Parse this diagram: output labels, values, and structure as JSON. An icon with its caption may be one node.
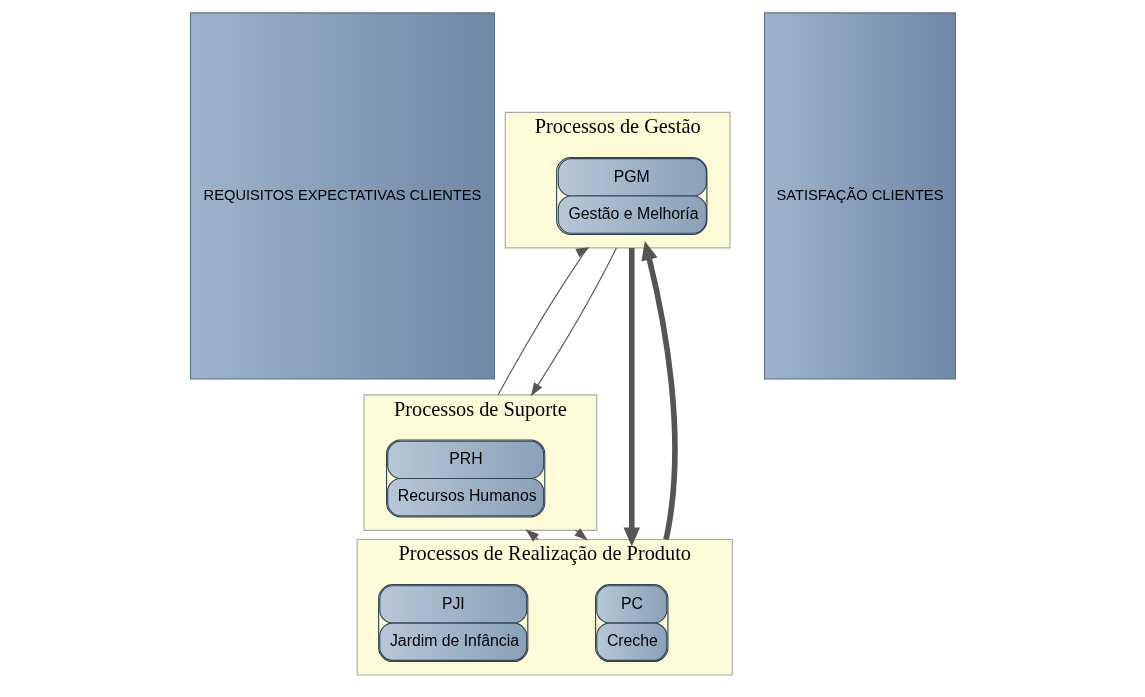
{
  "diagram": {
    "nodes": [
      {
        "text": [
          "REQUISITOS EXPECTATIVAS CLIENTES"
        ]
      },
      {
        "text": [
          "Processos de Gestão"
        ]
      },
      {
        "text": [
          "PGM",
          "Gestão e Melhoría"
        ],
        "in": 1
      },
      {
        "text": [
          "Processos de Suporte"
        ]
      },
      {
        "text": [
          "PRH",
          "Recursos Humanos"
        ],
        "in": 3
      },
      {
        "text": [
          "Processos de Realização de Produto"
        ]
      },
      {
        "text": [
          "PC",
          "Creche"
        ],
        "in": 5
      },
      {
        "text": [
          "PJI",
          "Jardim de Infância"
        ],
        "in": 5
      },
      {
        "text": [
          "SATISFAÇÃO CLIENTES"
        ]
      }
    ],
    "edges": [
      {
        "from": 1,
        "to": 5,
        "arrow": "to",
        "style": "thick"
      },
      {
        "from": 1,
        "to": 3,
        "arrow": "to"
      },
      {
        "from": 3,
        "to": 1,
        "arrow": "to"
      },
      {
        "from": 3,
        "to": 5,
        "arrow": "to"
      },
      {
        "from": 5,
        "to": 3,
        "arrow": "to"
      },
      {
        "from": 5,
        "to": 1,
        "arrow": "to",
        "style": "thick"
      }
    ]
  }
}
